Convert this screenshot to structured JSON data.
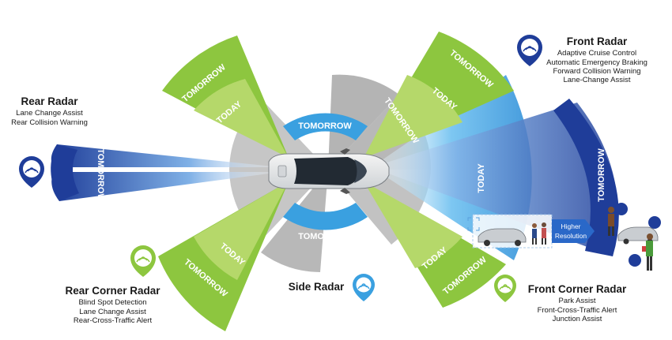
{
  "zones": {
    "today": "TODAY",
    "tomorrow": "TOMORROW"
  },
  "inset": {
    "higher_resolution_line1": "Higher",
    "higher_resolution_line2": "Resolution"
  },
  "sections": {
    "front_radar": {
      "title": "Front Radar",
      "features": [
        "Adaptive Cruise Control",
        "Automatic Emergency Braking",
        "Forward Collision Warning",
        "Lane-Change Assist"
      ]
    },
    "rear_radar": {
      "title": "Rear Radar",
      "features": [
        "Lane Change Assist",
        "Rear Collision Warning"
      ]
    },
    "rear_corner_radar": {
      "title": "Rear Corner Radar",
      "features": [
        "Blind Spot Detection",
        "Lane Change Assist",
        "Rear-Cross-Traffic Alert"
      ]
    },
    "side_radar": {
      "title": "Side Radar"
    },
    "front_corner_radar": {
      "title": "Front Corner Radar",
      "features": [
        "Park Assist",
        "Front-Cross-Traffic Alert",
        "Junction Assist"
      ]
    }
  },
  "colors": {
    "green": "#8dc63f",
    "green_light": "#b5d86a",
    "blue_dark": "#1f3d99",
    "blue_light": "#3aa0e0",
    "gray": "#8c8c8c",
    "gray_light": "#c8c8c8"
  }
}
